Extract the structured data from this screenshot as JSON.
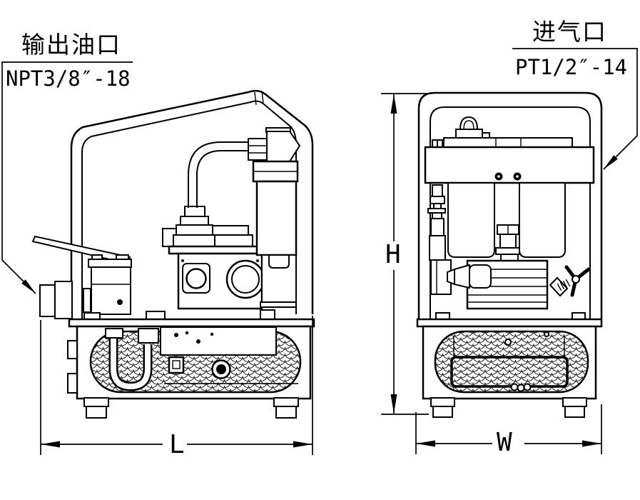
{
  "callouts": {
    "output_port": {
      "title": "输出油口",
      "spec": "NPT3/8″-18"
    },
    "air_inlet": {
      "title": "进气口",
      "spec": "PT1/2″-14"
    }
  },
  "dimensions": {
    "length_label": "L",
    "height_label": "H",
    "width_label": "W"
  },
  "colors": {
    "line": "#000000",
    "background": "#ffffff"
  }
}
